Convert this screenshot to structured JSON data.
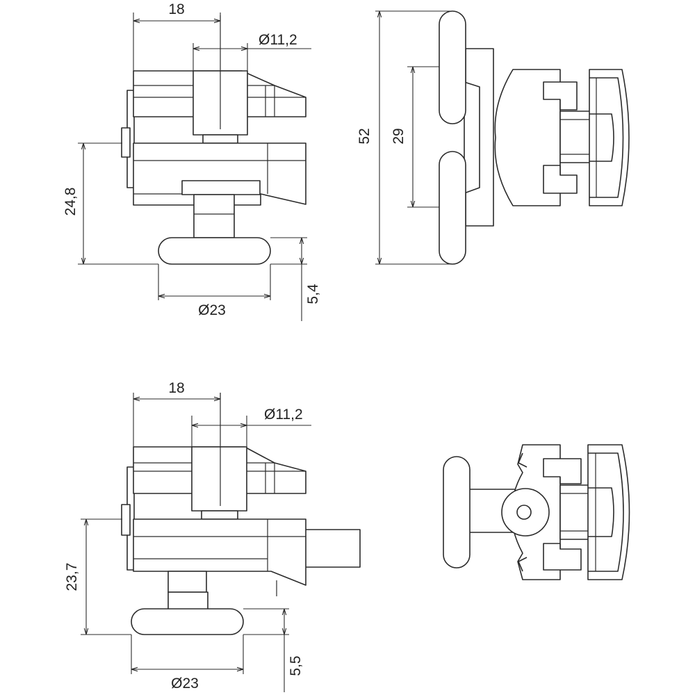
{
  "dimensions": {
    "top_left": {
      "width_18": "18",
      "diameter_11_2": "Ø11,2",
      "height_24_8": "24,8",
      "thickness_5_4": "5,4",
      "diameter_23": "Ø23"
    },
    "top_right": {
      "height_52": "52",
      "height_29": "29"
    },
    "bottom_left": {
      "width_18": "18",
      "diameter_11_2": "Ø11,2",
      "height_23_7": "23,7",
      "thickness_5_5": "5,5",
      "diameter_23": "Ø23"
    }
  }
}
